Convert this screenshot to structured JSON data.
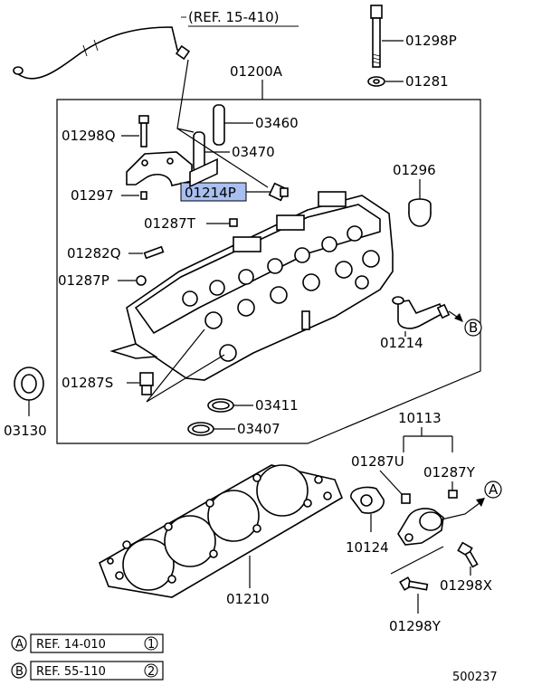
{
  "labels": {
    "ref_15_410": "(REF. 15-410)",
    "p01298P": "01298P",
    "p01281": "01281",
    "p01200A": "01200A",
    "p03460": "03460",
    "p01298Q": "01298Q",
    "p03470": "03470",
    "p01296": "01296",
    "p01297": "01297",
    "p01214P": "01214P",
    "p01287T": "01287T",
    "p01282Q": "01282Q",
    "p01287P": "01287P",
    "p01214": "01214",
    "circleB1": "B",
    "p01287S": "01287S",
    "p03411": "03411",
    "p03130": "03130",
    "p03407": "03407",
    "p10113": "10113",
    "p01287U": "01287U",
    "p01287Y": "01287Y",
    "circleA1": "A",
    "p10124": "10124",
    "p01298X": "01298X",
    "p01210": "01210",
    "p01298Y": "01298Y"
  },
  "legend": [
    {
      "letter": "A",
      "ref": "REF. 14-010",
      "num": "1"
    },
    {
      "letter": "B",
      "ref": "REF. 55-110",
      "num": "2"
    }
  ],
  "diagram_number": "500237",
  "highlight_color": "#a9bff0"
}
